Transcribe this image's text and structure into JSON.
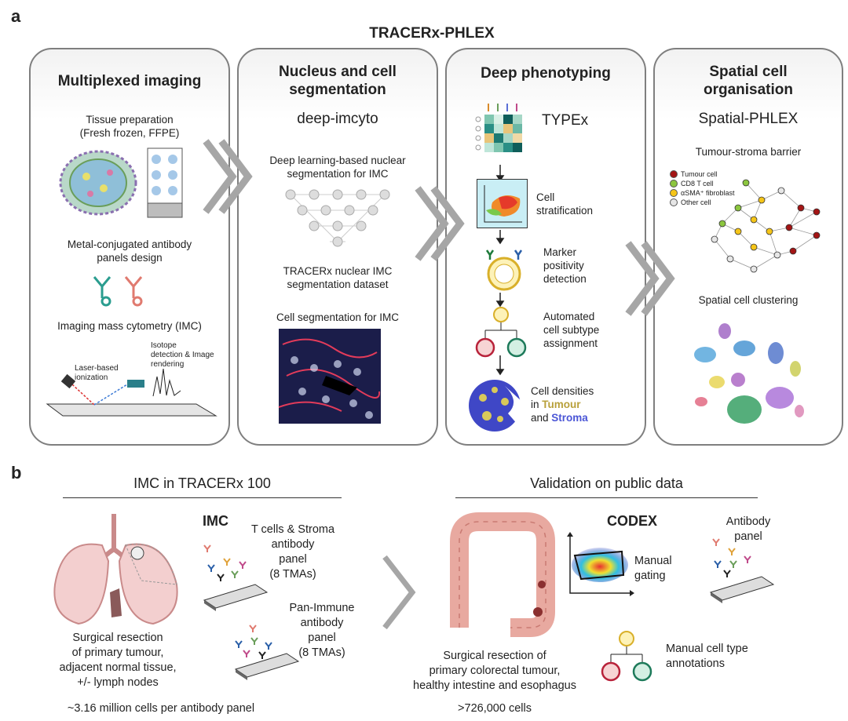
{
  "panel_a": {
    "letter": "a",
    "title": "TRACERx-PHLEX",
    "stages": [
      {
        "title": "Multiplexed imaging",
        "items": [
          "Tissue preparation\n(Fresh frozen, FFPE)",
          "Metal-conjugated antibody\npanels design",
          "Imaging mass cytometry (IMC)"
        ],
        "labels": [
          "Laser-based\nionization",
          "Isotope\ndetection & Image\nrendering"
        ]
      },
      {
        "title": "Nucleus and cell\nsegmentation",
        "tool": "deep-imcyto",
        "items": [
          "Deep learning-based nuclear\nsegmentation for IMC",
          "TRACERx nuclear IMC\nsegmentation dataset",
          "Cell segmentation for IMC"
        ]
      },
      {
        "title": "Deep phenotyping",
        "tool": "TYPEx",
        "items": [
          "Cell\nstratification",
          "Marker\npositivity\ndetection",
          "Automated\ncell subtype\nassignment"
        ],
        "densities": {
          "prefix": "Cell densities\nin ",
          "tumour": "Tumour",
          "and": "and ",
          "stroma": "Stroma"
        }
      },
      {
        "title": "Spatial cell\norganisation",
        "tool": "Spatial-PHLEX",
        "items": [
          "Tumour-stroma barrier",
          "Spatial cell clustering"
        ],
        "legend": [
          {
            "label": "Tumour cell",
            "color": "#a31515"
          },
          {
            "label": "CD8 T cell",
            "color": "#8cc63f"
          },
          {
            "label": "αSMA⁺ fibroblast",
            "color": "#f5c518"
          },
          {
            "label": "Other cell",
            "color": "#e6e6e6"
          }
        ]
      }
    ]
  },
  "panel_b": {
    "letter": "b",
    "left": {
      "heading": "IMC in TRACERx 100",
      "imc_label": "IMC",
      "panel1": "T cells & Stroma\nantibody\npanel\n(8 TMAs)",
      "panel2": "Pan-Immune\nantibody\npanel\n(8 TMAs)",
      "resection": "Surgical resection\nof primary tumour,\nadjacent normal tissue,\n+/- lymph nodes",
      "count": "~3.16 million cells per antibody panel"
    },
    "right": {
      "heading": "Validation on public data",
      "codex_label": "CODEX",
      "antibody": "Antibody\npanel",
      "gating": "Manual\ngating",
      "annotations": "Manual cell type\nannotations",
      "resection": "Surgical resection of\nprimary colorectal tumour,\nhealthy intestine and esophagus",
      "count": ">726,000 cells"
    }
  },
  "colors": {
    "tumour_text": "#b8a03a",
    "stroma_text": "#4a55d6",
    "chevron": "#a6a6a6",
    "box_border": "#7f7f7f"
  }
}
